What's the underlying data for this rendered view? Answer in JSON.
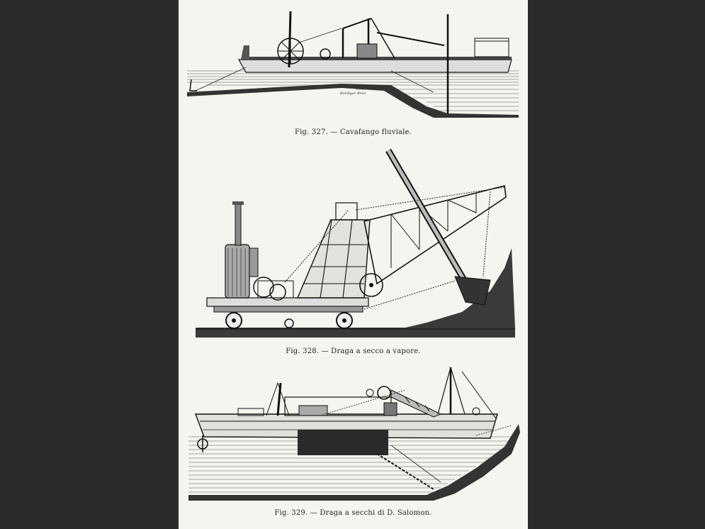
{
  "figures": [
    {
      "caption": "Fig. 327. — Cavafango fluviale.",
      "engraver": "Kordiger Brün"
    },
    {
      "caption": "Fig. 328. — Draga a secco a vapore."
    },
    {
      "caption": "Fig. 329. — Draga a secchi di D. Salomon."
    }
  ],
  "colors": {
    "ink": "#1a1a1a",
    "paper": "#f6f4ee",
    "backdrop": "#2b2b2b"
  }
}
